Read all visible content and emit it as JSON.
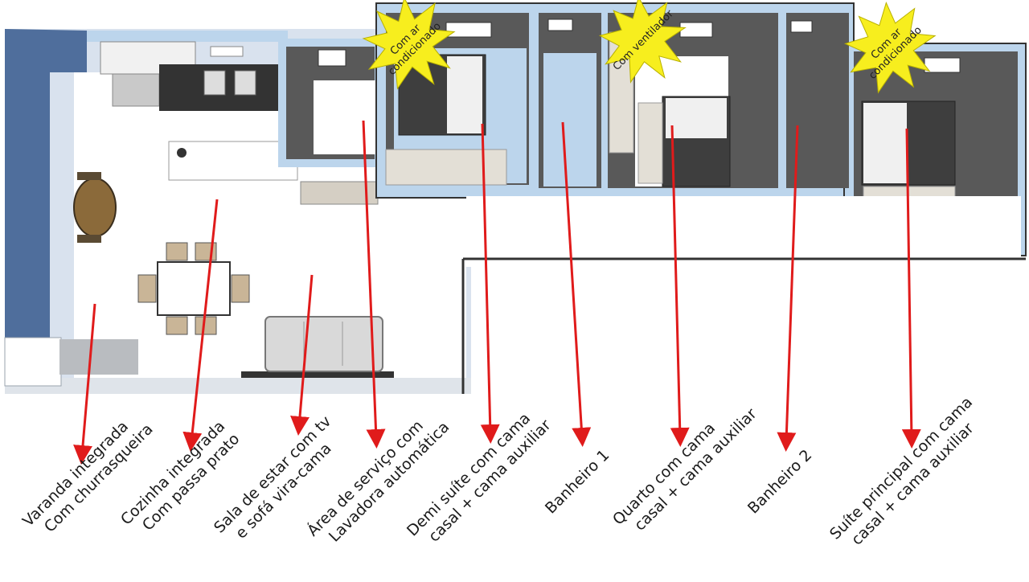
{
  "colors": {
    "wall_blue": "#4f6e9c",
    "wall_light_blue": "#bcd5ec",
    "wall_gray": "#595959",
    "floor": "#ffffff",
    "arrow_red": "#e01b1b",
    "burst_yellow": "#f7ee1e"
  },
  "rooms": [
    {
      "label1": "Varanda integrada",
      "label2": "Com churrasqueira"
    },
    {
      "label1": "Cozinha integrada",
      "label2": "Com passa prato"
    },
    {
      "label1": "Sala de estar com tv",
      "label2": "e sofá vira-cama"
    },
    {
      "label1": "Área de serviço com",
      "label2": "Lavadora automática"
    },
    {
      "label1": "Demi suíte com cama",
      "label2": "casal + cama auxiliar"
    },
    {
      "label1": "Banheiro 1",
      "label2": ""
    },
    {
      "label1": "Quarto com cama",
      "label2": "casal + cama auxiliar"
    },
    {
      "label1": "Banheiro 2",
      "label2": ""
    },
    {
      "label1": "Suíte principal com cama",
      "label2": "casal + cama auxiliar"
    }
  ],
  "badges": [
    {
      "line1": "Com ar",
      "line2": "condicionado"
    },
    {
      "line1": "Com ventilador",
      "line2": ""
    },
    {
      "line1": "Com ar",
      "line2": "condicionado"
    }
  ]
}
